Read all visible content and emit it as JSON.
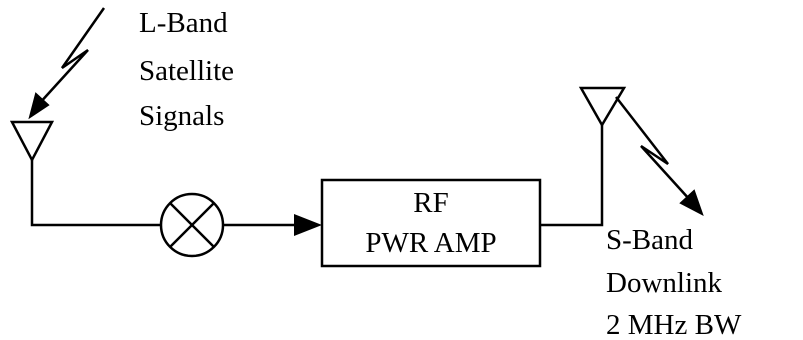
{
  "input_label": [
    "L-Band",
    "Satellite",
    "Signals"
  ],
  "amplifier": {
    "line1": "RF",
    "line2": "PWR AMP"
  },
  "output_label": [
    "S-Band",
    "Downlink",
    "2 MHz BW"
  ],
  "colors": {
    "stroke": "#000000",
    "background": "#ffffff"
  }
}
